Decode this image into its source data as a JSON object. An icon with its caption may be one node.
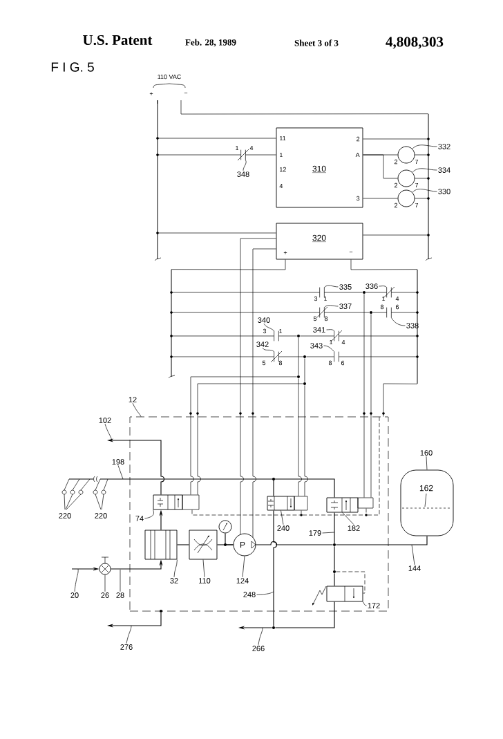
{
  "diagram": {
    "nodes": [
      {
        "text": [
          "11",
          "1",
          "12",
          "4",
          "310",
          "2",
          "A",
          "3"
        ]
      },
      {
        "text": [],
        "shape": "circle",
        "beside": [
          "2",
          "7"
        ]
      },
      {
        "text": [],
        "shape": "circle",
        "beside": [
          "2",
          "7"
        ]
      },
      {
        "text": [],
        "shape": "circle",
        "beside": [
          "2",
          "7"
        ]
      },
      {
        "text": [
          "320",
          "+",
          "−"
        ]
      },
      {
        "text": [],
        "shape": "box",
        "in": 25
      },
      {
        "text": [],
        "shape": "box",
        "in": 25
      },
      {
        "text": [],
        "shape": "box",
        "in": 25
      },
      {
        "text": [
          "162"
        ]
      },
      {
        "text": [],
        "shape": "box",
        "in": 25
      },
      {
        "text": [],
        "shape": "box",
        "in": 25
      },
      {
        "text": [],
        "shape": "circle",
        "in": 25
      },
      {
        "text": [
          "P"
        ],
        "in": 25
      },
      {
        "text": [],
        "shape": "circle"
      },
      {
        "text": [],
        "shape": "box",
        "in": 25
      },
      {
        "text": [],
        "shape": "bar"
      },
      {
        "text": [],
        "shape": "bar"
      },
      {
        "text": [],
        "shape": "bar"
      },
      {
        "text": [],
        "shape": "bar"
      },
      {
        "text": [],
        "shape": "circle"
      },
      {
        "text": [],
        "shape": "circle"
      },
      {
        "text": [],
        "shape": "circle"
      },
      {
        "text": [],
        "shape": "circle"
      },
      {
        "text": [],
        "shape": "circle"
      },
      {
        "text": [],
        "shape": "circle"
      },
      {
        "text": [],
        "shape": "box"
      },
      {
        "text": [],
        "shape": "circle",
        "in": 25
      },
      {
        "text": [],
        "shape": "circle",
        "in": 25
      },
      {
        "text": [],
        "shape": "circle"
      },
      {
        "text": [
          "12"
        ]
      },
      {
        "text": [
          "102"
        ]
      },
      {
        "text": [
          "198"
        ]
      },
      {
        "text": [
          "179"
        ],
        "in": 25
      },
      {
        "text": [
          "144"
        ]
      },
      {
        "text": [
          "20"
        ]
      },
      {
        "text": [
          "28"
        ]
      },
      {
        "text": [
          "248"
        ],
        "in": 25
      },
      {
        "text": [
          "266"
        ]
      },
      {
        "text": [
          "276"
        ]
      },
      {
        "text": [],
        "shape": "circle"
      },
      {
        "text": [],
        "shape": "circle",
        "in": 25
      },
      {
        "text": [],
        "shape": "circle",
        "in": 25
      },
      {
        "text": [],
        "shape": "contact"
      },
      {
        "text": [],
        "shape": "contact"
      },
      {
        "text": [],
        "shape": "contact"
      },
      {
        "text": [],
        "shape": "contact"
      },
      {
        "text": [],
        "shape": "contact"
      },
      {
        "text": [],
        "shape": "contact"
      },
      {
        "text": [],
        "shape": "contact"
      },
      {
        "text": [],
        "shape": "contact"
      },
      {
        "text": [],
        "shape": "contact"
      },
      {
        "text": [
          "348"
        ]
      },
      {
        "text": [
          "335"
        ]
      },
      {
        "text": [
          "336"
        ]
      },
      {
        "text": [
          "337"
        ]
      },
      {
        "text": [
          "338"
        ]
      },
      {
        "text": [
          "340"
        ]
      },
      {
        "text": [
          "341"
        ]
      },
      {
        "text": [
          "342"
        ]
      },
      {
        "text": [
          "343"
        ]
      },
      {
        "text": [
          "332"
        ]
      },
      {
        "text": [
          "334"
        ]
      },
      {
        "text": [
          "330"
        ]
      },
      {
        "text": [
          "74"
        ],
        "in": 25
      },
      {
        "text": [
          "240"
        ],
        "in": 25
      },
      {
        "text": [
          "182"
        ],
        "in": 25
      },
      {
        "text": [
          "160"
        ]
      },
      {
        "text": [
          "32"
        ],
        "in": 25
      },
      {
        "text": [
          "110"
        ],
        "in": 25
      },
      {
        "text": [
          "124"
        ],
        "in": 25
      },
      {
        "text": [
          "26"
        ]
      },
      {
        "text": [
          "172"
        ],
        "in": 25
      }
    ],
    "edges": [
      {
        "from": null,
        "to": 13,
        "arrow": "to"
      },
      {
        "from": 13,
        "to": 9,
        "arrow": "to"
      },
      {
        "from": 9,
        "to": 5,
        "arrow": "to"
      },
      {
        "from": 9,
        "to": 10,
        "arrow": "none"
      },
      {
        "from": 10,
        "to": 12,
        "arrow": "none"
      },
      {
        "from": 11,
        "to": 12,
        "arrow": "none"
      },
      {
        "from": 12,
        "to": 26,
        "arrow": "none"
      },
      {
        "from": 26,
        "to": 8,
        "arrow": "none"
      },
      {
        "from": 6,
        "to": 7,
        "arrow": "none"
      },
      {
        "from": 7,
        "to": 26,
        "arrow": "none"
      },
      {
        "from": 26,
        "to": 27,
        "arrow": "none"
      },
      {
        "from": 27,
        "to": 14,
        "arrow": "none"
      },
      {
        "from": 27,
        "to": 14,
        "arrow": "none",
        "style": "dashed"
      },
      {
        "from": 5,
        "to": null,
        "arrow": "to"
      },
      {
        "from": 6,
        "to": 28,
        "arrow": "none"
      },
      {
        "from": 14,
        "to": 28,
        "arrow": "none"
      },
      {
        "from": 28,
        "to": null,
        "arrow": "to"
      },
      {
        "from": 15,
        "to": 0,
        "arrow": "none"
      },
      {
        "from": 15,
        "to": 42,
        "arrow": "none"
      },
      {
        "from": 42,
        "to": 0,
        "arrow": "none"
      },
      {
        "from": 15,
        "to": 4,
        "arrow": "none"
      },
      {
        "from": 0,
        "to": 16,
        "arrow": "none"
      },
      {
        "from": 0,
        "to": 1,
        "arrow": "none"
      },
      {
        "from": 0,
        "to": 2,
        "arrow": "none"
      },
      {
        "from": 0,
        "to": 3,
        "arrow": "none"
      },
      {
        "from": 1,
        "to": 16,
        "arrow": "none"
      },
      {
        "from": 2,
        "to": 16,
        "arrow": "none"
      },
      {
        "from": 3,
        "to": 16,
        "arrow": "none"
      },
      {
        "from": 4,
        "to": 16,
        "arrow": "none"
      },
      {
        "from": null,
        "to": 16,
        "arrow": "none"
      },
      {
        "from": 4,
        "to": 12,
        "arrow": "none"
      },
      {
        "from": 4,
        "to": 12,
        "arrow": "none"
      },
      {
        "from": 4,
        "to": 17,
        "arrow": "none"
      },
      {
        "from": 4,
        "to": 18,
        "arrow": "none"
      },
      {
        "from": 17,
        "to": 43,
        "arrow": "none"
      },
      {
        "from": 43,
        "to": 19,
        "arrow": "none"
      },
      {
        "from": 19,
        "to": 44,
        "arrow": "none"
      },
      {
        "from": 44,
        "to": 18,
        "arrow": "none"
      },
      {
        "from": 17,
        "to": 45,
        "arrow": "none"
      },
      {
        "from": 45,
        "to": 20,
        "arrow": "none"
      },
      {
        "from": 20,
        "to": 46,
        "arrow": "none"
      },
      {
        "from": 46,
        "to": 18,
        "arrow": "none"
      },
      {
        "from": 17,
        "to": 47,
        "arrow": "none"
      },
      {
        "from": 47,
        "to": 21,
        "arrow": "none"
      },
      {
        "from": 21,
        "to": 48,
        "arrow": "none"
      },
      {
        "from": 48,
        "to": 18,
        "arrow": "none"
      },
      {
        "from": 17,
        "to": 49,
        "arrow": "none"
      },
      {
        "from": 49,
        "to": 22,
        "arrow": "none"
      },
      {
        "from": 22,
        "to": 50,
        "arrow": "none"
      },
      {
        "from": 50,
        "to": 18,
        "arrow": "none"
      },
      {
        "from": 19,
        "to": 7,
        "arrow": "none"
      },
      {
        "from": 20,
        "to": 7,
        "arrow": "none"
      },
      {
        "from": 21,
        "to": 23,
        "arrow": "none"
      },
      {
        "from": 23,
        "to": 5,
        "arrow": "none"
      },
      {
        "from": 23,
        "to": 6,
        "arrow": "none"
      },
      {
        "from": 22,
        "to": 24,
        "arrow": "none"
      },
      {
        "from": 24,
        "to": 5,
        "arrow": "none"
      },
      {
        "from": 24,
        "to": 6,
        "arrow": "none"
      },
      {
        "from": 18,
        "to": 25,
        "arrow": "none"
      },
      {
        "from": 39,
        "to": null,
        "arrow": "to"
      },
      {
        "from": 29,
        "to": 25,
        "arrow": "none"
      },
      {
        "from": 30,
        "to": null,
        "arrow": "none"
      },
      {
        "from": 31,
        "to": null,
        "arrow": "none"
      },
      {
        "from": 32,
        "to": null,
        "arrow": "none"
      },
      {
        "from": 33,
        "to": null,
        "arrow": "none"
      },
      {
        "from": 34,
        "to": null,
        "arrow": "none"
      },
      {
        "from": 35,
        "to": null,
        "arrow": "none"
      },
      {
        "from": 36,
        "to": null,
        "arrow": "none"
      },
      {
        "from": 37,
        "to": null,
        "arrow": "none"
      },
      {
        "from": 38,
        "to": null,
        "arrow": "none"
      },
      {
        "from": 5,
        "to": 40,
        "arrow": "none",
        "style": "dashed"
      },
      {
        "from": 40,
        "to": 41,
        "arrow": "none",
        "style": "dashed"
      },
      {
        "from": 41,
        "to": 25,
        "arrow": "none",
        "style": "dashed"
      },
      {
        "from": 6,
        "to": 40,
        "arrow": "none",
        "style": "dashed"
      },
      {
        "from": 7,
        "to": 41,
        "arrow": "none",
        "style": "dashed"
      },
      {
        "from": 51,
        "to": 42,
        "arrow": "none"
      },
      {
        "from": 52,
        "to": 43,
        "arrow": "none"
      },
      {
        "from": 53,
        "to": 44,
        "arrow": "none"
      },
      {
        "from": 54,
        "to": 45,
        "arrow": "none"
      },
      {
        "from": 55,
        "to": 46,
        "arrow": "none"
      },
      {
        "from": 56,
        "to": 47,
        "arrow": "none"
      },
      {
        "from": 57,
        "to": 48,
        "arrow": "none"
      },
      {
        "from": 58,
        "to": 49,
        "arrow": "none"
      },
      {
        "from": 59,
        "to": 50,
        "arrow": "none"
      },
      {
        "from": 60,
        "to": 1,
        "arrow": "none"
      },
      {
        "from": 61,
        "to": 2,
        "arrow": "none"
      },
      {
        "from": 62,
        "to": 3,
        "arrow": "none"
      },
      {
        "from": 63,
        "to": 5,
        "arrow": "none"
      },
      {
        "from": 64,
        "to": 6,
        "arrow": "none"
      },
      {
        "from": 65,
        "to": 7,
        "arrow": "none"
      },
      {
        "from": 66,
        "to": 8,
        "arrow": "none"
      },
      {
        "from": 67,
        "to": 9,
        "arrow": "none"
      },
      {
        "from": 68,
        "to": 10,
        "arrow": "none"
      },
      {
        "from": 69,
        "to": 12,
        "arrow": "none"
      },
      {
        "from": 70,
        "to": 13,
        "arrow": "none"
      },
      {
        "from": 71,
        "to": 14,
        "arrow": "none"
      }
    ],
    "labels": [
      "U.S. Patent",
      "Feb. 28, 1989",
      "Sheet 3 of 3",
      "4,808,303",
      "F I G. 5",
      "110 VAC",
      "+",
      "−",
      "1",
      "4",
      "3",
      "1",
      "1",
      "4",
      "5",
      "8",
      "8",
      "6",
      "3",
      "1",
      "1",
      "4",
      "5",
      "8",
      "8",
      "6",
      "220",
      "220"
    ]
  }
}
